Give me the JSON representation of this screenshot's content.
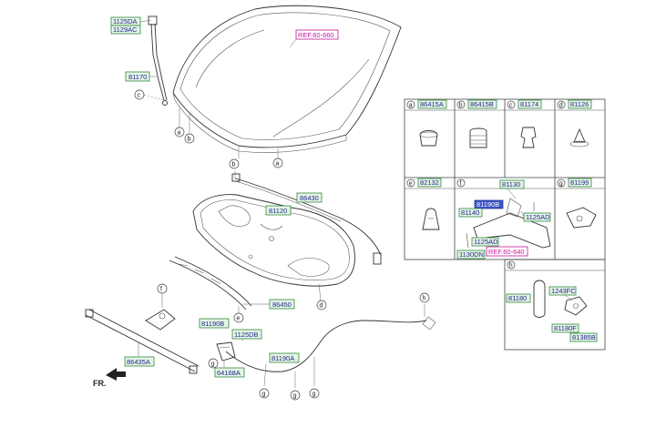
{
  "colors": {
    "label_border": "#2e8b3c",
    "label_fill": "#e6f3e6",
    "label_text": "#1a2a8a",
    "ref_color": "#c2189a",
    "highlight_fill": "#3b52c8",
    "line": "#333333"
  },
  "labels": {
    "p1125DA": "1125DA",
    "p1129AC": "1129AC",
    "p81170": "81170",
    "p86430": "86430",
    "p81120": "81120",
    "p86450": "86450",
    "p86435A": "86435A",
    "p81190B": "81190B",
    "p1125DB": "1125DB",
    "p64168A": "64168A",
    "p81190A": "81190A",
    "fr": "FR."
  },
  "refs": {
    "hood": "REF.60-660",
    "latch": "REF.60-640"
  },
  "callouts": {
    "a": "a",
    "b": "b",
    "c": "c",
    "d": "d",
    "e": "e",
    "f": "f",
    "g": "g",
    "h": "h"
  },
  "table": {
    "cells": [
      {
        "letter": "a",
        "part": "86415A"
      },
      {
        "letter": "b",
        "part": "86415B"
      },
      {
        "letter": "c",
        "part": "81174"
      },
      {
        "letter": "d",
        "part": "81126"
      },
      {
        "letter": "e",
        "part": "82132"
      },
      {
        "letter": "f",
        "part": ""
      },
      {
        "letter": "g",
        "part": "81199"
      }
    ],
    "f_parts": {
      "p81130": "81130",
      "p81140": "81140",
      "p81190B": "81190B",
      "p1125AD_1": "1125AD",
      "p1125AD_2": "1125AD",
      "p1130DN": "1130DN"
    },
    "h": {
      "letter": "h",
      "p81180": "81180",
      "p1243FC": "1243FC",
      "p81180F": "81180F",
      "p81385B": "81385B"
    }
  }
}
